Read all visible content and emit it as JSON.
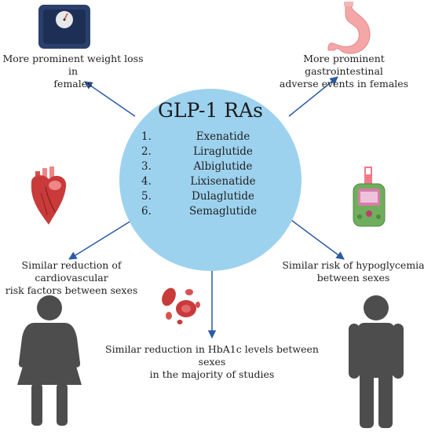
{
  "center": {
    "title": "GLP-1 RAs",
    "drugs": [
      {
        "num": "1.",
        "name": "Exenatide"
      },
      {
        "num": "2.",
        "name": "Liraglutide"
      },
      {
        "num": "3.",
        "name": "Albiglutide"
      },
      {
        "num": "4.",
        "name": "Lixisenatide"
      },
      {
        "num": "5.",
        "name": "Dulaglutide"
      },
      {
        "num": "6.",
        "name": "Semaglutide"
      }
    ]
  },
  "findings": {
    "weight": {
      "line1": "More prominent weight loss in",
      "line2": "females",
      "icon": "scale-icon"
    },
    "gi": {
      "line1": "More prominent gastrointestinal",
      "line2": "adverse events in females",
      "icon": "stomach-icon"
    },
    "cardio": {
      "line1": "Similar reduction of cardiovascular",
      "line2": "risk factors between sexes",
      "icon": "heart-icon"
    },
    "hypo": {
      "line1": "Similar risk of hypoglycemia",
      "line2": "between sexes",
      "icon": "glucometer-icon"
    },
    "hba1c": {
      "line1": "Similar reduction in HbA1c levels between sexes",
      "line2": "in the majority of studies",
      "icon": "blood-cells-icon"
    }
  },
  "figures": {
    "left": "female-figure-icon",
    "right": "male-figure-icon"
  },
  "colors": {
    "circle": "#9dd2ef",
    "arrow": "#2b5aa6",
    "figure": "#4d4d4d"
  }
}
